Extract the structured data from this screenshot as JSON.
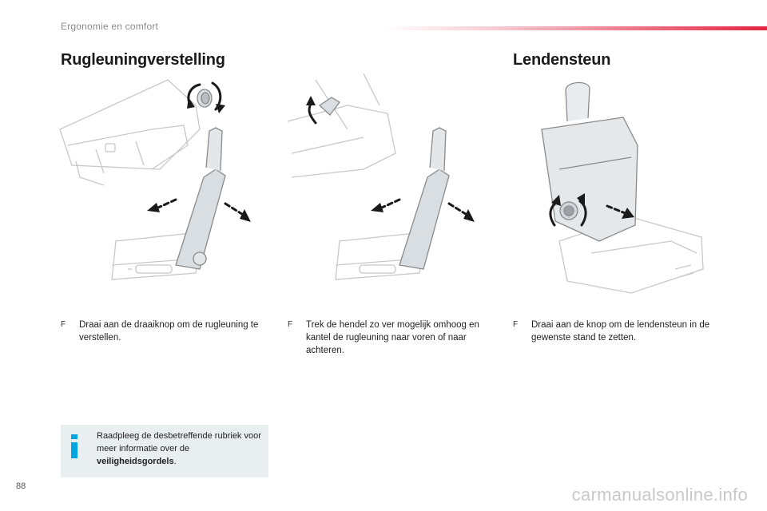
{
  "header": {
    "section": "Ergonomie en comfort",
    "accent_color": "#e2243f"
  },
  "sections": [
    {
      "title": "Rugleuningverstelling"
    },
    {
      "title": "Lendensteun"
    }
  ],
  "steps": [
    {
      "bullet": "F",
      "text": "Draai aan de draaiknop om de rugleuning te verstellen."
    },
    {
      "bullet": "F",
      "text": "Trek de hendel zo ver mogelijk omhoog en kantel de rugleuning naar voren of naar achteren."
    },
    {
      "bullet": "F",
      "text": "Draai aan de knop om de lendensteun in de gewenste stand te zetten."
    }
  ],
  "info": {
    "icon": "info-icon",
    "text_before": "Raadpleeg de desbetreffende rubriek voor meer informatie over de ",
    "text_bold": "veiligheidsgordels",
    "text_after": ".",
    "background": "#e9eef0",
    "icon_color": "#00a6e0"
  },
  "footer": {
    "page_number": "88",
    "watermark": "carmanualsonline.info"
  }
}
